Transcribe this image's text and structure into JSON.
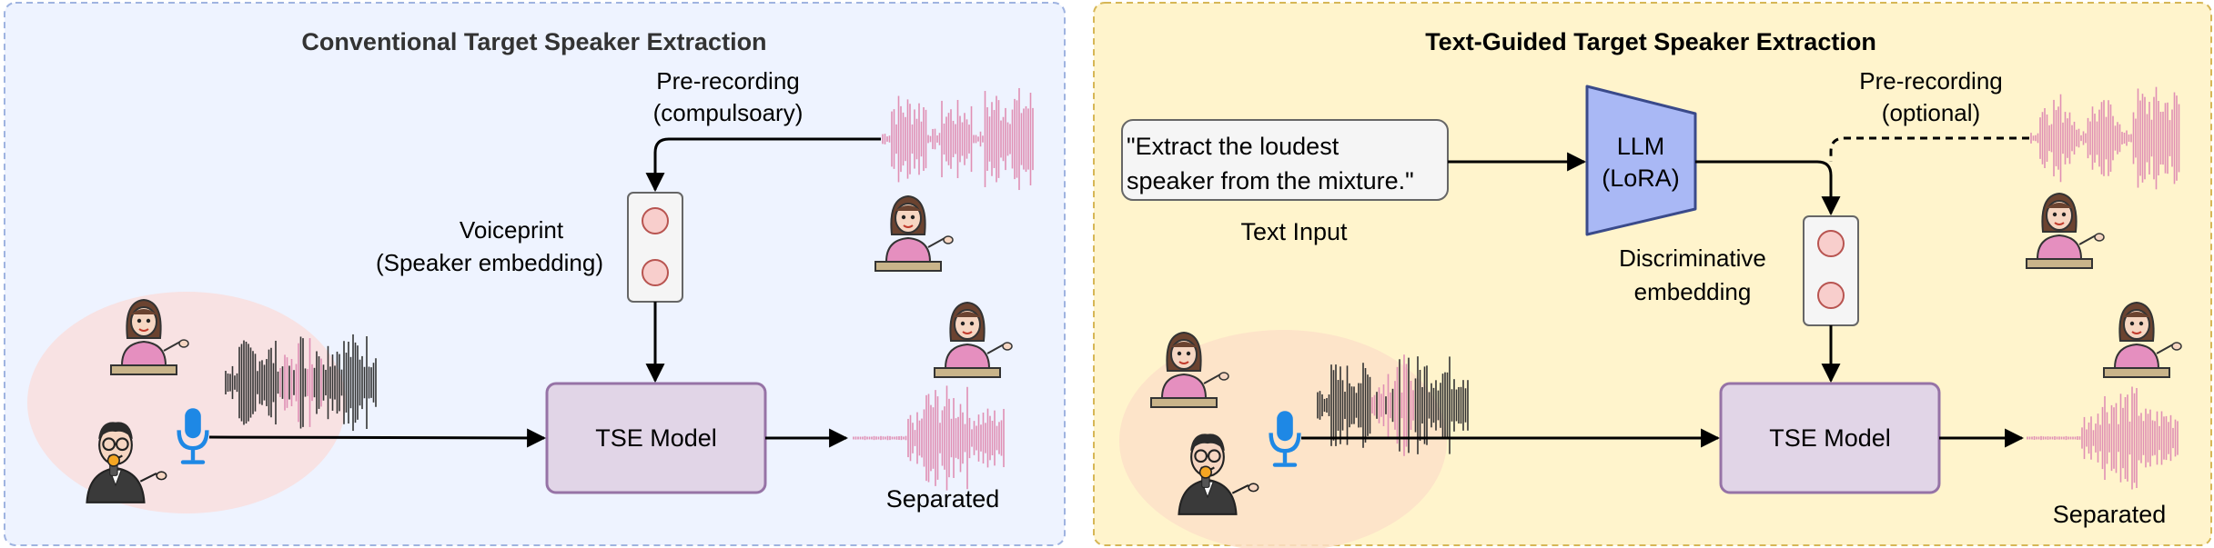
{
  "left_panel": {
    "title": "Conventional Target Speaker Extraction",
    "prerecording_line1": "Pre-recording",
    "prerecording_line2": "(compulsoary)",
    "voiceprint_line1": "Voiceprint",
    "voiceprint_line2": "(Speaker embedding)",
    "model_label": "TSE Model",
    "separated_label": "Separated"
  },
  "right_panel": {
    "title": "Text-Guided Target Speaker Extraction",
    "text_input_line1": "\"Extract the loudest",
    "text_input_line2": "speaker from the mixture.\"",
    "text_input_caption": "Text Input",
    "llm_line1": "LLM",
    "llm_line2": "(LoRA)",
    "prerecording_line1": "Pre-recording",
    "prerecording_line2": "(optional)",
    "embedding_line1": "Discriminative",
    "embedding_line2": "embedding",
    "model_label": "TSE Model",
    "separated_label": "Separated"
  },
  "colors": {
    "left_bg": "#eef3ff",
    "left_border": "#9fb3e0",
    "right_bg": "#fff4cc",
    "right_border": "#d6b656",
    "model_fill": "#e1d5e7",
    "model_stroke": "#9673a6",
    "llm_fill": "#a9b8f5",
    "llm_stroke": "#3a4a8a",
    "wave_pink": "#e08fb4",
    "wave_dark": "#333333",
    "mic_blue": "#1e88e5"
  }
}
